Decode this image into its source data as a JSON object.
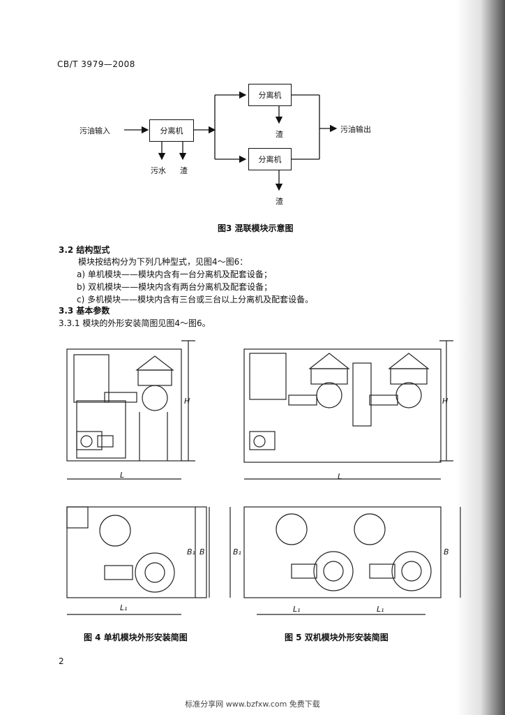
{
  "header": {
    "standard_no": "CB/T 3979—2008"
  },
  "diagram": {
    "input_label": "污油输入",
    "output_label": "污油输出",
    "separator_label": "分离机",
    "waste_water_label": "污水",
    "residue_label": "渣",
    "caption": "图3  混联模块示意图"
  },
  "section_3_2": {
    "heading": "3.2  结构型式",
    "intro": "模块按结构分为下列几种型式，见图4～图6：",
    "items": [
      "a)  单机模块——模块内含有一台分离机及配套设备；",
      "b)  双机模块——模块内含有两台分离机及配套设备；",
      "c)  多机模块——模块内含有三台或三台以上分离机及配套设备。"
    ]
  },
  "section_3_3": {
    "heading": "3.3  基本参数",
    "sub": "3.3.1  模块的外形安装简图见图4～图6。"
  },
  "figures": {
    "fig4_caption": "图 4    单机模块外形安装简图",
    "fig5_caption": "图 5    双机模块外形安装简图",
    "dim_L": "L",
    "dim_L1": "L₁",
    "dim_H": "H",
    "dim_B": "B",
    "dim_B1": "B₁"
  },
  "page_number": "2",
  "footer": "标准分享网 www.bzfxw.com 免费下载"
}
